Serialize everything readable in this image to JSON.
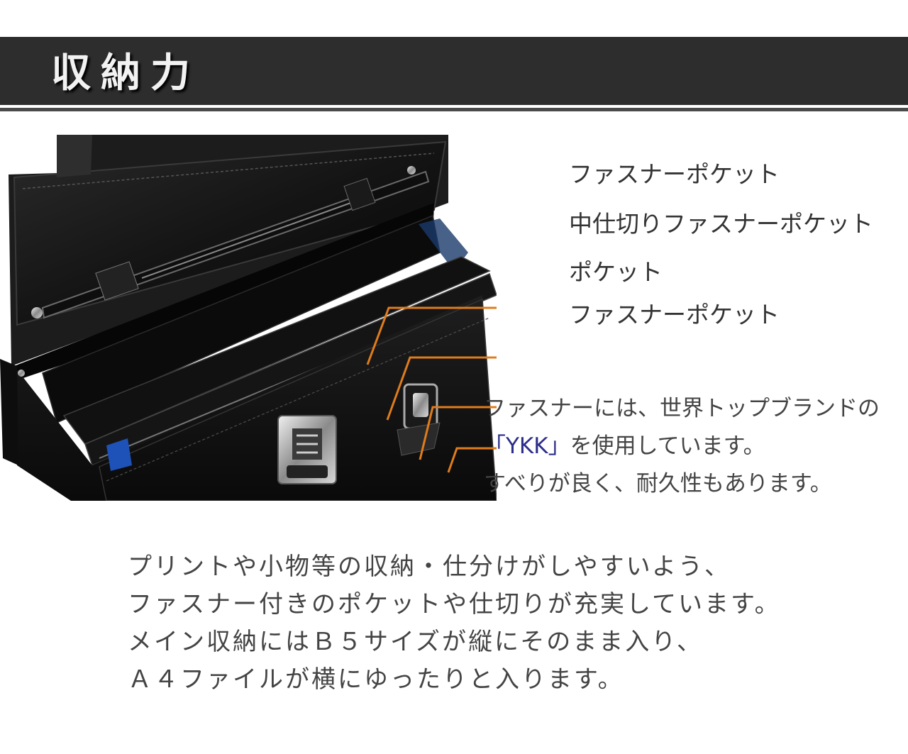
{
  "header": {
    "title": "収納力"
  },
  "callouts": [
    "ファスナーポケット",
    "中仕切りファスナーポケット",
    "ポケット",
    "ファスナーポケット"
  ],
  "note": {
    "line1": "ファスナーには、世界トップブランドの",
    "line2_ykk": "「YKK」",
    "line2_rest": "を使用しています。",
    "line3": "すべりが良く、耐久性もあります。"
  },
  "description": [
    "プリントや小物等の収納・仕分けがしやすいよう、",
    "ファスナー付きのポケットや仕切りが充実しています。",
    "メイン収納にはＢ５サイズが縦にそのまま入り、",
    "Ａ４ファイルが横にゆったりと入ります。"
  ],
  "colors": {
    "header_bg": "#2d2d2d",
    "callout_line": "#e07c1c",
    "ykk_accent": "#2b2d8a"
  }
}
